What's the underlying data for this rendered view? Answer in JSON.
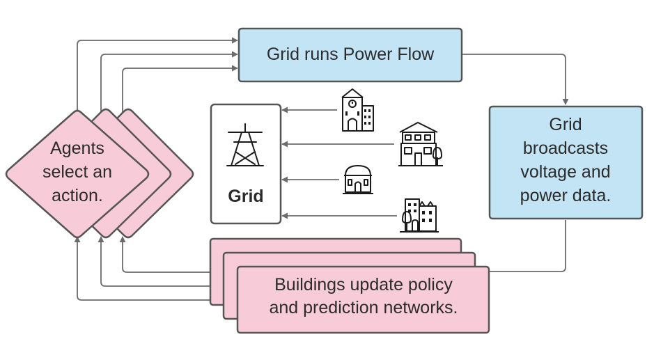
{
  "colors": {
    "blue_box": "#c2e4f5",
    "pink_box": "#f7ccd8",
    "border": "#555555",
    "arrow": "#6b6b6b",
    "text": "#2b2b2b"
  },
  "nodes": {
    "power_flow": {
      "label": "Grid runs Power Flow"
    },
    "broadcast": {
      "lines": [
        "Grid",
        "broadcasts",
        "voltage and",
        "power data."
      ]
    },
    "buildings_update": {
      "lines": [
        "Buildings update policy",
        "and prediction networks."
      ]
    },
    "agents": {
      "lines": [
        "Agents",
        "select an",
        "action."
      ]
    },
    "grid": {
      "label": "Grid",
      "icon": "power-tower-icon"
    }
  },
  "building_icons": [
    "clock-tower-building-icon",
    "townhouse-icon",
    "domed-hall-icon",
    "apartment-block-icon"
  ]
}
